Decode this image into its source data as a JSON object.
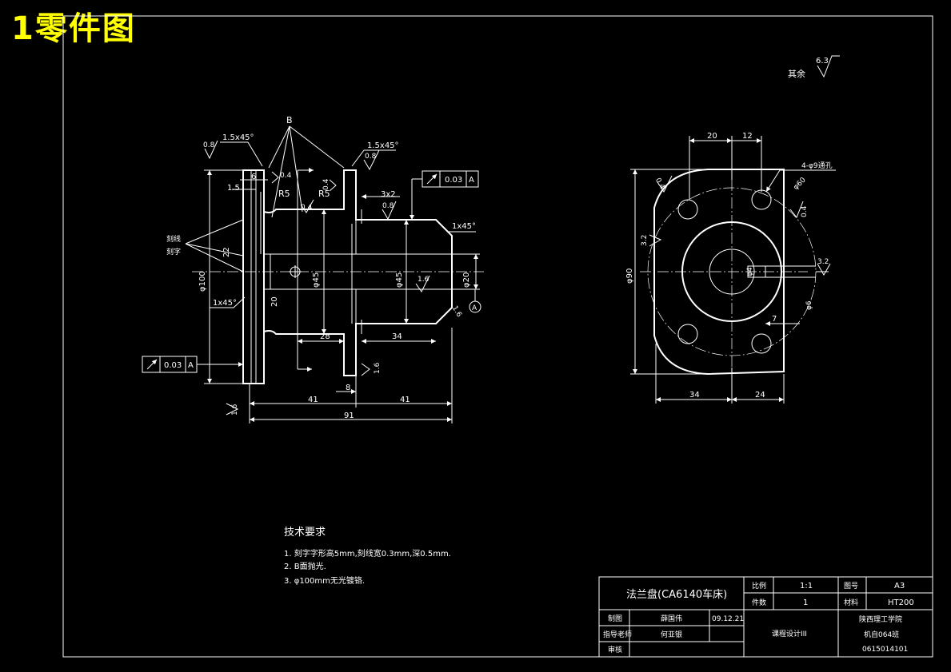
{
  "title": "1零件图",
  "left_view": {
    "labels": {
      "b_mark": "B",
      "cham1": "1.5x45°",
      "cham2": "1.5x45°",
      "cham3": "1x45°",
      "cham4": "1x45°",
      "r1": "R5",
      "r2": "R5",
      "d6": "6",
      "d15": "1.5",
      "d22": "22",
      "d20": "20",
      "d3x2": "3x2",
      "d28": "28",
      "d34": "34",
      "d8": "8",
      "d41a": "41",
      "d41b": "41",
      "d91": "91",
      "dia45a": "φ45",
      "dia45b": "φ45",
      "dia20": "φ20",
      "dia100": "φ100",
      "rough08a": "0.8",
      "rough08b": "0.8",
      "rough08c": "0.8",
      "rough04a": "0.4",
      "rough04b": "0.4",
      "rough04c": "0.4",
      "rough16a": "1.6",
      "rough16b": "1.6",
      "rough16c": "1.6",
      "rough16d": "1.6",
      "knurl1": "刻线",
      "knurl2": "刻字",
      "tol1": "0.03",
      "tol1_ref": "A",
      "tol2": "0.03",
      "tol2_ref": "A",
      "datum": "A"
    }
  },
  "right_view": {
    "labels": {
      "d20": "20",
      "d12": "12",
      "holes": "4-φ9通孔",
      "d90": "φ90",
      "d34": "34",
      "d24": "24",
      "d7": "7",
      "r32a": "3.2",
      "r32b": "3.2",
      "r04a": "0.4",
      "r04b": "0.4",
      "dia60": "φ60",
      "dia4": "φ4",
      "dia6": "φ6"
    }
  },
  "rough_other": {
    "label": "其余",
    "value": "6.3"
  },
  "tech": {
    "heading": "技术要求",
    "items": [
      "1.  刻字字形高5mm,刻线宽0.3mm,深0.5mm.",
      "2.  B面抛光.",
      "3.  φ100mm无光镀铬."
    ]
  },
  "title_block": {
    "part_name": "法兰盘(CA6140车床)",
    "scale_label": "比例",
    "scale_value": "1:1",
    "drawing_label": "图号",
    "drawing_value": "A3",
    "count_label": "件数",
    "count_value": "1",
    "material_label": "材料",
    "material_value": "HT200",
    "drawer_label": "制图",
    "drawer_name": "薛国伟",
    "date": "09.12.21",
    "teacher_label": "指导老师",
    "teacher_name": "何亚银",
    "review_label": "审核",
    "course": "课程设计III",
    "school": "陕西理工学院",
    "class": "机自064班",
    "student_id": "0615014101"
  }
}
